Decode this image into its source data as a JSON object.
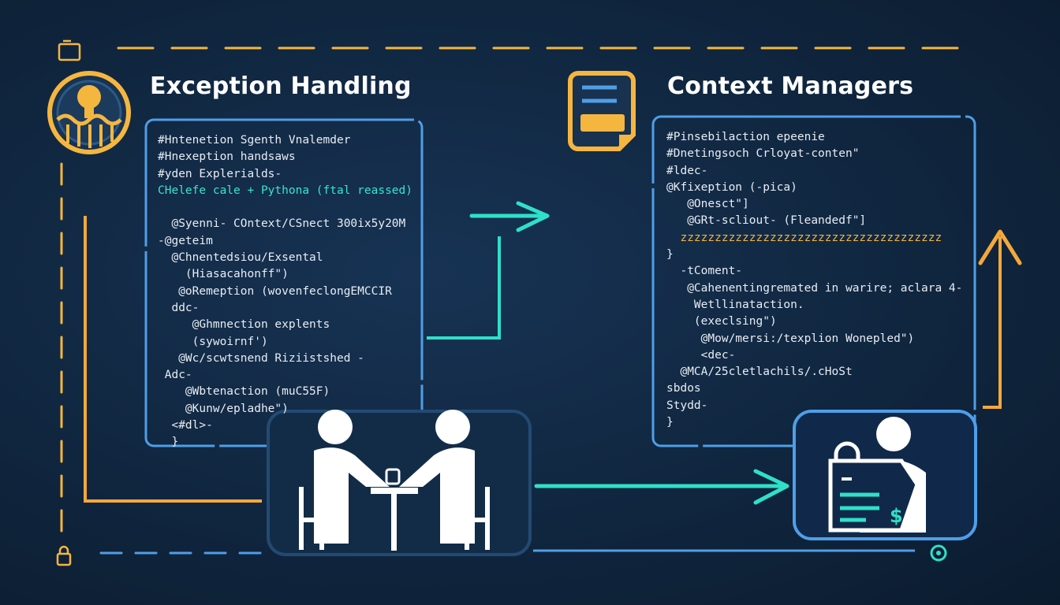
{
  "exception": {
    "title": "Exception Handling",
    "lines": [
      {
        "text": "#Hntenetion Sgenth Vnalemder",
        "color": "w"
      },
      {
        "text": "#Hnexeption handsaws",
        "color": "w"
      },
      {
        "text": "#yden Explerialds-",
        "color": "w"
      },
      {
        "text": "CHelefe cale + Pythona (ftal reassed)",
        "color": "t"
      },
      {
        "text": "",
        "color": "w"
      },
      {
        "text": "  @Syenni- COntext/CSnect 300ix5y20M",
        "color": "w"
      },
      {
        "text": "-@geteim",
        "color": "w"
      },
      {
        "text": "  @Chnentedsiou/Exsental",
        "color": "w"
      },
      {
        "text": "    (Hiasacahonff\")",
        "color": "w"
      },
      {
        "text": "   @oRemeption (wovenfeclongEMCCIR",
        "color": "w"
      },
      {
        "text": "  ddc-",
        "color": "w"
      },
      {
        "text": "     @Ghmnection explents",
        "color": "w"
      },
      {
        "text": "     (sywoirnf')",
        "color": "w"
      },
      {
        "text": "   @Wc/scwtsnend Riziistshed -",
        "color": "w"
      },
      {
        "text": " Adc-",
        "color": "w"
      },
      {
        "text": "    @Wbtenaction (muC55F)",
        "color": "w"
      },
      {
        "text": "    @Kunw/epladhe\")",
        "color": "w"
      },
      {
        "text": "  <#dl>-",
        "color": "w"
      },
      {
        "text": "  }",
        "color": "w"
      }
    ]
  },
  "context": {
    "title": "Context Managers",
    "lines": [
      {
        "text": "#Pinsebilaction epeenie",
        "color": "w"
      },
      {
        "text": "#Dnetingsoch Crloyat-conten\"",
        "color": "w"
      },
      {
        "text": "#ldec-",
        "color": "w"
      },
      {
        "text": "@Kfixeption (-pica)",
        "color": "w"
      },
      {
        "text": "   @Onesct\"]",
        "color": "w"
      },
      {
        "text": "   @GRt-scliout- (Fleandedf\"]",
        "color": "w"
      },
      {
        "text": "  zzzzzzzzzzzzzzzzzzzzzzzzzzzzzzzzzzzzzz",
        "color": "o"
      },
      {
        "text": "}",
        "color": "w"
      },
      {
        "text": "  -tComent-",
        "color": "w"
      },
      {
        "text": "   @Cahenentingremated in warire; aclara 4-",
        "color": "w"
      },
      {
        "text": "    Wetllinataction.",
        "color": "w"
      },
      {
        "text": "    (execlsing\")",
        "color": "w"
      },
      {
        "text": "     @Mow/mersi:/texplion Wonepled\")",
        "color": "w"
      },
      {
        "text": "     <dec-",
        "color": "w"
      },
      {
        "text": "  @MCA/25cletlachils/.cHoSt",
        "color": "w"
      },
      {
        "text": "sbdos",
        "color": "w"
      },
      {
        "text": "Stydd-",
        "color": "w"
      },
      {
        "text": "}",
        "color": "w"
      }
    ]
  },
  "colors": {
    "accent_blue": "#4f9ee8",
    "accent_orange": "#f5a83a",
    "accent_teal": "#2ee0c8",
    "background": "#10263f"
  },
  "icons": [
    "lifebuoy-icon",
    "document-icon",
    "meeting-people-icon",
    "person-payment-icon",
    "folder-icon",
    "lock-icon",
    "refresh-icon"
  ]
}
